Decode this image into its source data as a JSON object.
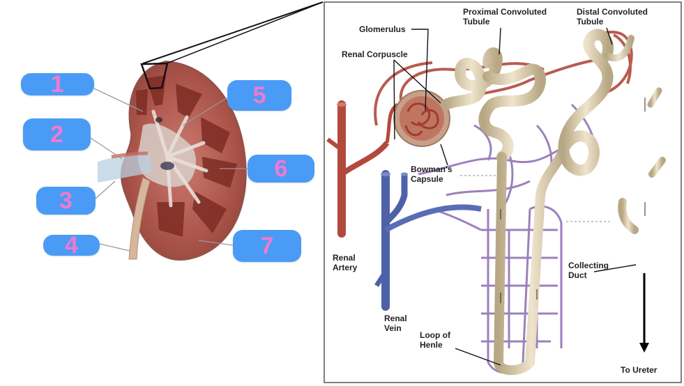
{
  "badges": [
    {
      "text": "1"
    },
    {
      "text": "2"
    },
    {
      "text": "3"
    },
    {
      "text": "4"
    },
    {
      "text": "5"
    },
    {
      "text": "6"
    },
    {
      "text": "7"
    }
  ],
  "labels": {
    "glomerulus": "Glomerulus",
    "pct_line1": "Proximal Convoluted",
    "pct_line2": "Tubule",
    "dct_line1": "Distal Convoluted",
    "dct_line2": "Tubule",
    "renal_corpuscle": "Renal Corpuscle",
    "bowmans_line1": "Bowman's",
    "bowmans_line2": "Capsule",
    "renal_artery_line1": "Renal",
    "renal_artery_line2": "Artery",
    "renal_vein_line1": "Renal",
    "renal_vein_line2": "Vein",
    "loop_line1": "Loop of",
    "loop_line2": "Henle",
    "collecting_line1": "Collecting",
    "collecting_line2": "Duct",
    "to_ureter": "To Ureter"
  },
  "colors": {
    "badge_fill": "#4a9bf5",
    "badge_text": "#f07ad0",
    "cortex": "#9c3b33",
    "medulla": "#b4483d",
    "tubule": "#d8c9a8",
    "artery": "#b24a3c",
    "vein": "#4d61a8",
    "capillary": "#8b6bb0"
  }
}
